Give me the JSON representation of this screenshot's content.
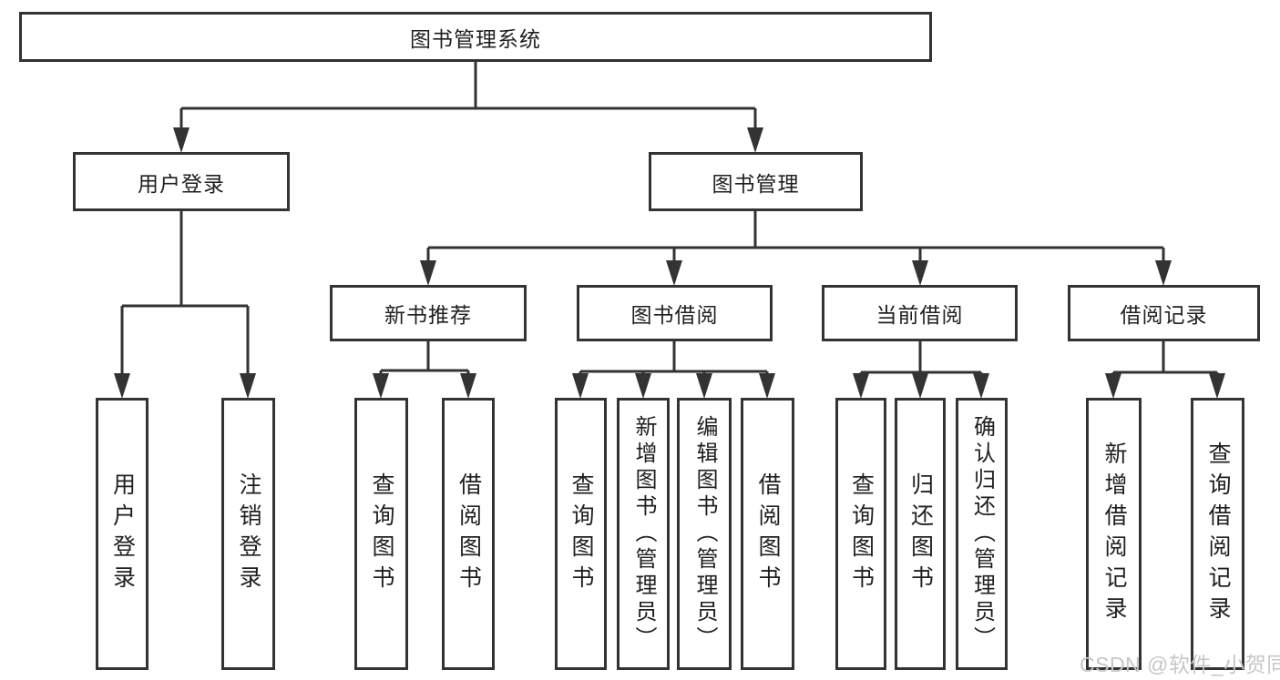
{
  "colors": {
    "background": "#ffffff",
    "box_border": "#333333",
    "connector_line": "#333333",
    "text": "#1f1f1f",
    "watermark": "#c7c7c7"
  },
  "tree": {
    "root": {
      "label": "图书管理系统"
    },
    "user_login": {
      "label": "用户登录",
      "children": [
        {
          "label": "用户登录"
        },
        {
          "label": "注销登录"
        }
      ]
    },
    "book_management": {
      "label": "图书管理",
      "children": [
        {
          "label": "新书推荐",
          "children": [
            {
              "label": "查询图书"
            },
            {
              "label": "借阅图书"
            }
          ]
        },
        {
          "label": "图书借阅",
          "children": [
            {
              "label": "查询图书"
            },
            {
              "label": "新增图书（管理员）"
            },
            {
              "label": "编辑图书（管理员）"
            },
            {
              "label": "借阅图书"
            }
          ]
        },
        {
          "label": "当前借阅",
          "children": [
            {
              "label": "查询图书"
            },
            {
              "label": "归还图书"
            },
            {
              "label": "确认归还（管理员）"
            }
          ]
        },
        {
          "label": "借阅记录",
          "children": [
            {
              "label": "新增借阅记录"
            },
            {
              "label": "查询借阅记录"
            }
          ]
        }
      ]
    }
  },
  "watermark": {
    "text": "CSDN @软件_小贺同学"
  }
}
